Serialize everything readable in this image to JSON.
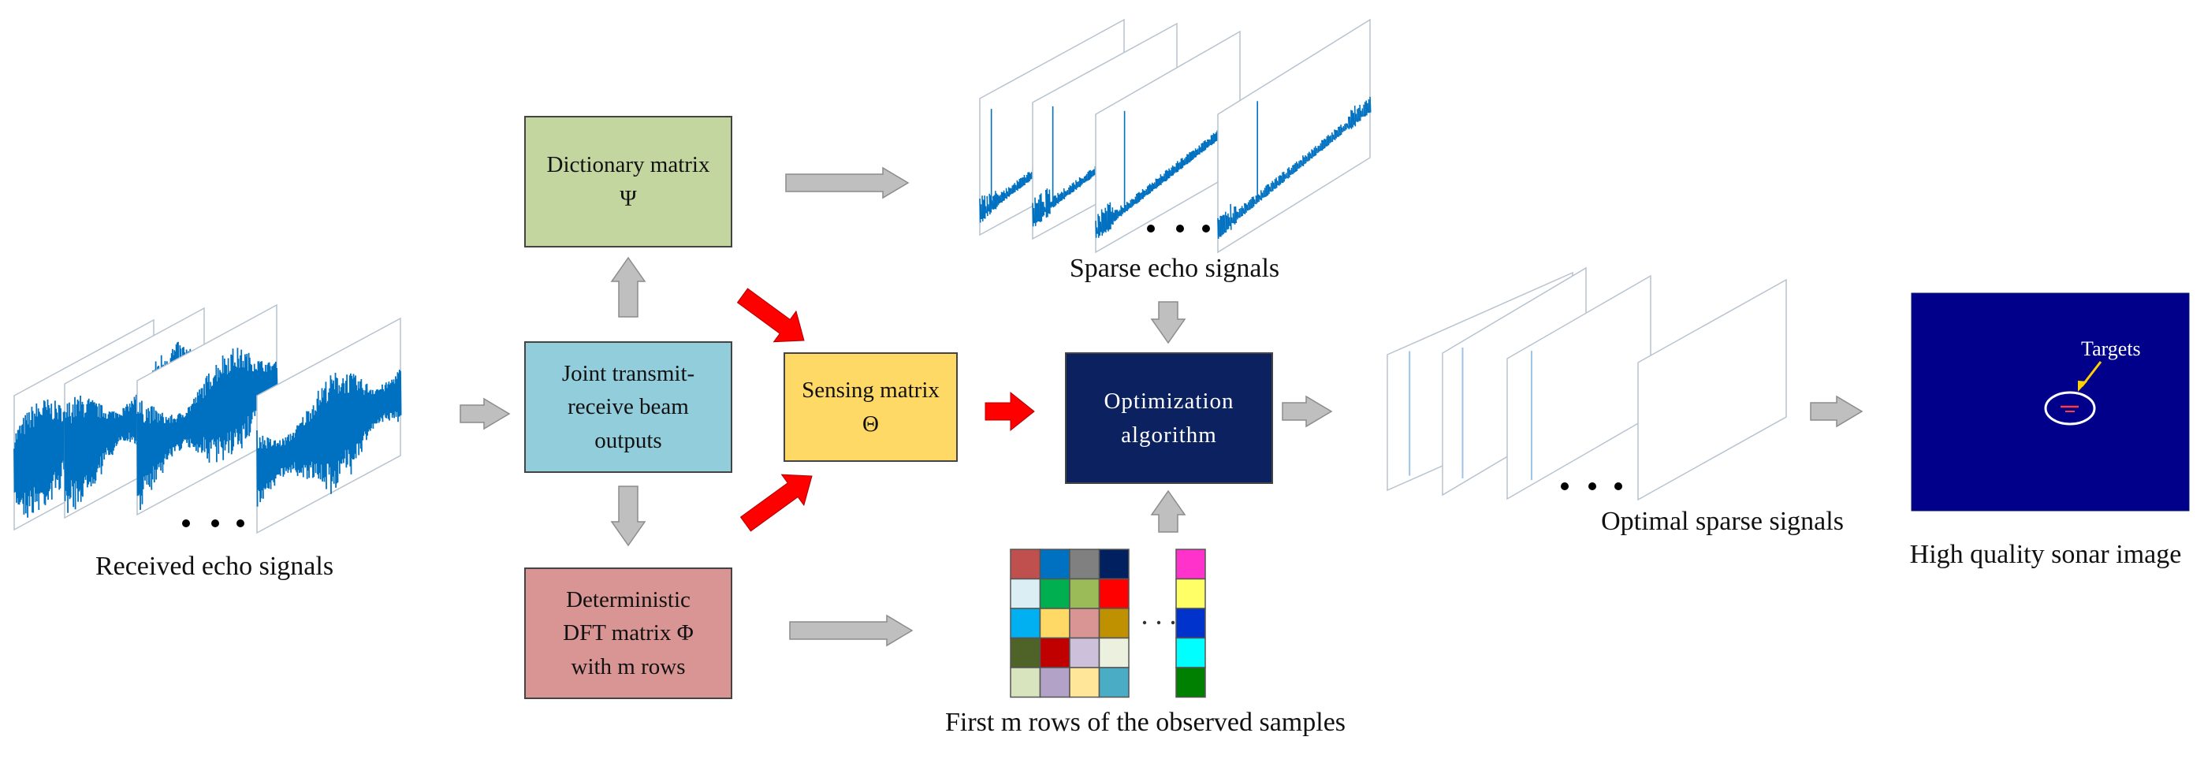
{
  "diagram": {
    "nodes": {
      "dictionary": {
        "line1": "Dictionary matrix",
        "line2": "Ψ",
        "color": "#c4d6a0"
      },
      "joint": {
        "line1": "Joint transmit-",
        "line2": "receive beam",
        "line3": "outputs",
        "color": "#92cddc"
      },
      "sensing": {
        "line1": "Sensing matrix",
        "line2": "Θ",
        "color": "#ffd966"
      },
      "dft": {
        "line1": "Deterministic",
        "line2": "DFT matrix Φ",
        "line3": "with m rows",
        "color": "#d99594"
      },
      "optimization": {
        "line1": "Optimization",
        "line2": "algorithm",
        "color": "#0c2260"
      }
    },
    "captions": {
      "received": "Received echo signals",
      "sparse": "Sparse echo signals",
      "optimal": "Optimal  sparse signals",
      "observed": "First m rows of the observed samples",
      "sonar": "High quality sonar image"
    },
    "sonar": {
      "targets_label": "Targets",
      "background": "#00008b"
    },
    "observed_grid_colors": [
      [
        "#c0504d",
        "#0070c0",
        "#808080",
        "#002060"
      ],
      [
        "#dbeef4",
        "#00b050",
        "#9bbb59",
        "#ff0000"
      ],
      [
        "#00b0f0",
        "#ffd966",
        "#d99594",
        "#bf9000"
      ],
      [
        "#4f6228",
        "#c00000",
        "#ccc0da",
        "#ebf1de"
      ],
      [
        "#d7e4bd",
        "#b3a2c7",
        "#ffe699",
        "#4bacc6"
      ]
    ],
    "observed_column_colors": [
      "#ff33cc",
      "#ffff66",
      "#0033cc",
      "#00ffff",
      "#008000"
    ],
    "colors": {
      "signal": "#0070c0",
      "gray_arrow": "#bfbfbf",
      "red_arrow": "#ff0000"
    }
  }
}
